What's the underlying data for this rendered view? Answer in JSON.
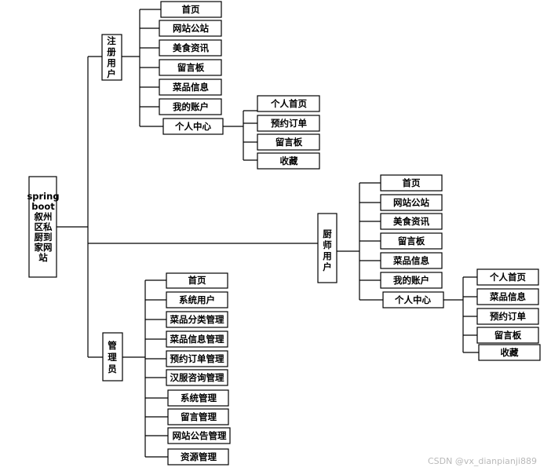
{
  "root": {
    "lines": [
      "spring",
      "boot",
      "叙州",
      "区私",
      "厨到",
      "家网",
      "站"
    ]
  },
  "groups": [
    {
      "role_label": [
        "注",
        "册",
        "用",
        "户"
      ],
      "items": [
        "首页",
        "网站公站",
        "美食资讯",
        "留言板",
        "菜品信息",
        "我的账户",
        "个人中心"
      ],
      "sub": {
        "parent": "个人中心",
        "items": [
          "个人首页",
          "预约订单",
          "留言板",
          "收藏"
        ]
      }
    },
    {
      "role_label": [
        "厨",
        "师",
        "用",
        "户"
      ],
      "items": [
        "首页",
        "网站公站",
        "美食资讯",
        "留言板",
        "菜品信息",
        "我的账户",
        "个人中心"
      ],
      "sub": {
        "parent": "个人中心",
        "items": [
          "个人首页",
          "菜品信息",
          "预约订单",
          "留言板",
          "收藏"
        ]
      }
    },
    {
      "role_label": [
        "管",
        "理",
        "员"
      ],
      "items": [
        "首页",
        "系统用户",
        "菜品分类管理",
        "菜品信息管理",
        "预约订单管理",
        "汉服咨询管理",
        "系统管理",
        "留言管理",
        "网站公告管理",
        "资源管理"
      ]
    }
  ],
  "watermark": "CSDN @vx_dianpianji889"
}
